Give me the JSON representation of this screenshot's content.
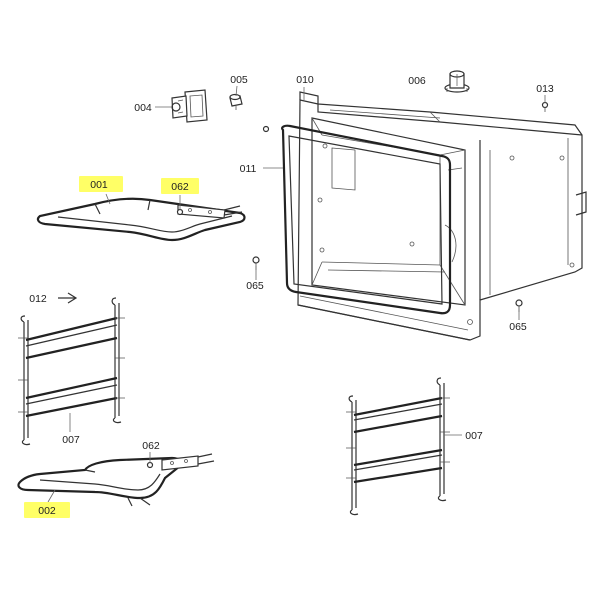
{
  "highlight_color": "#ffff66",
  "labels": {
    "p001": "001",
    "p002": "002",
    "p004": "004",
    "p005": "005",
    "p006": "006",
    "p007a": "007",
    "p007b": "007",
    "p010": "010",
    "p011": "011",
    "p012": "012",
    "p013": "013",
    "p062a": "062",
    "p062b": "062",
    "p065a": "065",
    "p065b": "065"
  },
  "highlighted": [
    "p001",
    "p062a",
    "p002"
  ]
}
